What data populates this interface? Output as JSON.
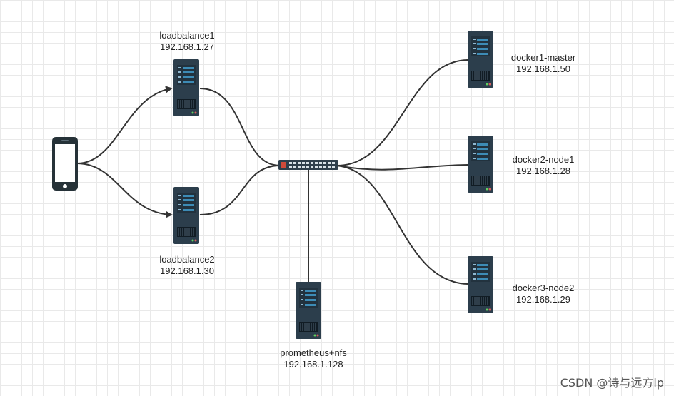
{
  "nodes": {
    "lb1": {
      "name": "loadbalance1",
      "ip": "192.168.1.27"
    },
    "lb2": {
      "name": "loadbalance2",
      "ip": "192.168.1.30"
    },
    "d1": {
      "name": "docker1-master",
      "ip": "192.168.1.50"
    },
    "d2": {
      "name": "docker2-node1",
      "ip": "192.168.1.28"
    },
    "d3": {
      "name": "docker3-node2",
      "ip": "192.168.1.29"
    },
    "prom": {
      "name": "prometheus+nfs",
      "ip": "192.168.1.128"
    }
  },
  "watermark": "CSDN @诗与远方lp"
}
